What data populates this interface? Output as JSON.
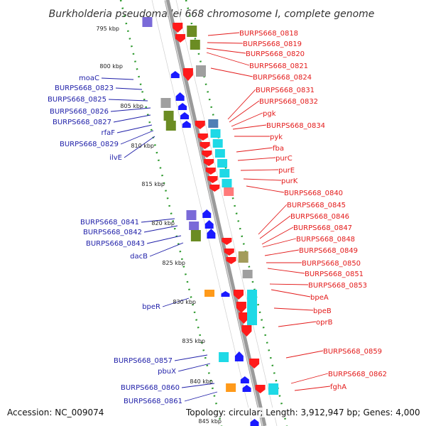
{
  "title": "Burkholderia pseudomallei 668 chromosome I, complete genome",
  "footer": {
    "accession": "Accession: NC_009074",
    "topology": "Topology: circular; Length: 3,912,947 bp; Genes: 4,000"
  },
  "colors": {
    "backbone": "#9a9a9a",
    "tick_green": "#2e9a2e",
    "label_right": "#e31a1a",
    "label_left": "#1e1ea8",
    "arrow_red": "#ff1a1a",
    "arrow_blue": "#1a1aff",
    "cog_olive": "#6b8c23",
    "cog_cyan": "#1ed9e6",
    "cog_gray": "#9f9f9f",
    "cog_purple": "#7a6ad8",
    "cog_orange": "#ff9a1a",
    "cog_salmon": "#ff7a7a",
    "cog_tan": "#a39c5a",
    "cog_steel": "#4f7fb5"
  },
  "kbp_labels": [
    "795 kbp",
    "800 kbp",
    "805 kbp",
    "810 kbp",
    "815 kbp",
    "820 kbp",
    "825 kbp",
    "830 kbp",
    "835 kbp",
    "840 kbp",
    "845 kbp"
  ],
  "right_genes": [
    "BURPS668_0818",
    "BURPS668_0819",
    "BURPS668_0820",
    "BURPS668_0821",
    "BURPS668_0824",
    "BURPS668_0831",
    "BURPS668_0832",
    "pgk",
    "BURPS668_0834",
    "pyk",
    "fba",
    "purC",
    "purE",
    "purK",
    "BURPS668_0840",
    "BURPS668_0845",
    "BURPS668_0846",
    "BURPS668_0847",
    "BURPS668_0848",
    "BURPS668_0849",
    "BURPS668_0850",
    "BURPS668_0851",
    "BURPS668_0853",
    "bpeA",
    "bpeB",
    "oprB",
    "BURPS668_0859",
    "BURPS668_0862",
    "fghA"
  ],
  "left_genes": [
    "moaC",
    "BURPS668_0823",
    "BURPS668_0825",
    "BURPS668_0826",
    "BURPS668_0827",
    "rfaF",
    "BURPS668_0829",
    "ilvE",
    "BURPS668_0841",
    "BURPS668_0842",
    "BURPS668_0843",
    "dacB",
    "bpeR",
    "BURPS668_0857",
    "pbuX",
    "BURPS668_0860",
    "BURPS668_0861"
  ]
}
